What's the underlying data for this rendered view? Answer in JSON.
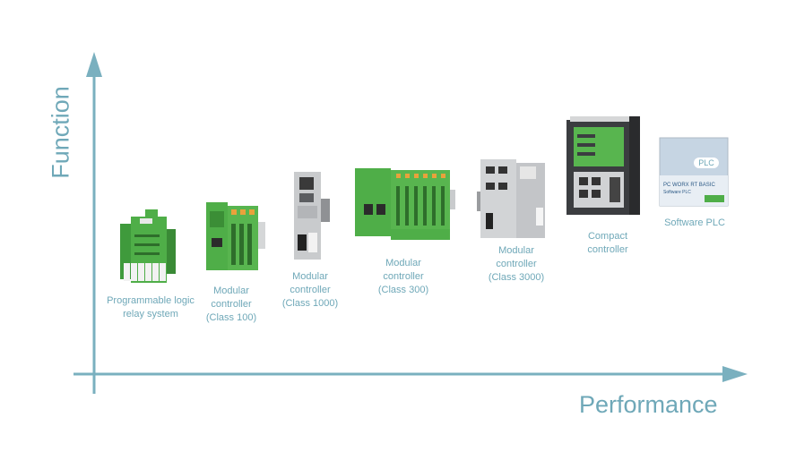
{
  "axes": {
    "y_label": "Function",
    "x_label": "Performance"
  },
  "colors": {
    "axis": "#7ab0bf",
    "text": "#6fa8b8",
    "module_green": "#4fae48",
    "module_grey": "#c9cbcd",
    "controller_dark": "#3b3d40"
  },
  "products": [
    {
      "id": "plr",
      "lines": [
        "Programmable logic",
        "relay system"
      ],
      "image": "green-relay-module-stack"
    },
    {
      "id": "mc100",
      "lines": [
        "Modular",
        "controller",
        "(Class 100)"
      ],
      "image": "green-modular-controller"
    },
    {
      "id": "mc1000",
      "lines": [
        "Modular",
        "controller",
        "(Class 1000)"
      ],
      "image": "grey-slim-controller"
    },
    {
      "id": "mc300",
      "lines": [
        "Modular",
        "controller",
        "(Class 300)"
      ],
      "image": "green-io-rail-controller"
    },
    {
      "id": "mc3000",
      "lines": [
        "Modular",
        "controller",
        "(Class 3000)"
      ],
      "image": "grey-controller-with-io"
    },
    {
      "id": "compact",
      "lines": [
        "Compact",
        "controller"
      ],
      "image": "dark-compact-controller"
    },
    {
      "id": "software",
      "lines": [
        "Software PLC"
      ],
      "image": "software-box"
    }
  ],
  "software_box": {
    "badge": "PLC",
    "title": "PC WORX RT BASIC",
    "subtitle": "Software PLC"
  }
}
